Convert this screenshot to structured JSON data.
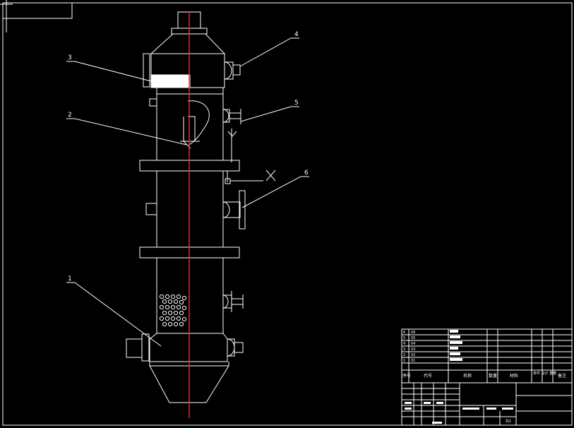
{
  "colors": {
    "background": "#000000",
    "line": "#ffffff",
    "centerline": "#ff2020"
  },
  "callouts": [
    {
      "label": "1"
    },
    {
      "label": "2"
    },
    {
      "label": "3"
    },
    {
      "label": "4"
    },
    {
      "label": "5"
    },
    {
      "label": "6"
    }
  ],
  "title_block": {
    "parts": [
      {
        "no": "6",
        "code": "06"
      },
      {
        "no": "5",
        "code": "05"
      },
      {
        "no": "4",
        "code": "04"
      },
      {
        "no": "3",
        "code": "03"
      },
      {
        "no": "2",
        "code": "02"
      },
      {
        "no": "1",
        "code": "01"
      }
    ],
    "header": {
      "seq": "序号",
      "code": "代号",
      "name": "名称",
      "qty": "数量",
      "material": "材料",
      "weight": "单件 总计 重量",
      "remark": "备注"
    },
    "sheet_label": "共1"
  }
}
